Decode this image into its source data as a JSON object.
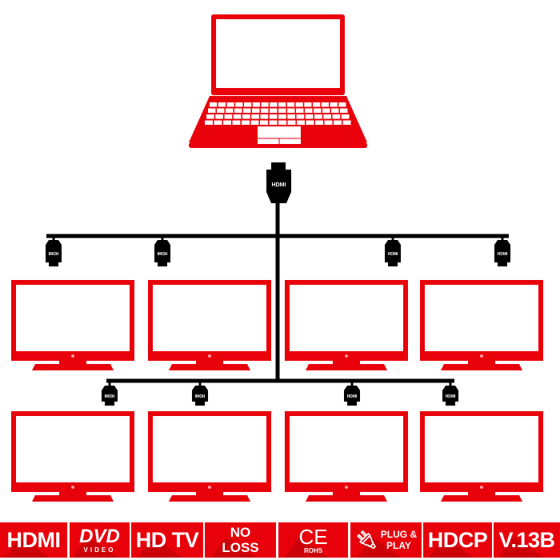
{
  "diagram": {
    "source_device": "laptop",
    "connector_label": "HDMI",
    "displays": 8,
    "colors": {
      "device": "#e8000b",
      "cable": "#000000",
      "badge": "#e8000b"
    }
  },
  "badges": [
    {
      "label": "HDMI"
    },
    {
      "label": "DVD",
      "sub": "VIDEO"
    },
    {
      "label": "HD TV"
    },
    {
      "label": "NO",
      "sub": "LOSS"
    },
    {
      "label": "CE",
      "sub": "ROHS"
    },
    {
      "label": "PLUG &",
      "sub": "PLAY",
      "icon": "plug-icon"
    },
    {
      "label": "HDCP"
    },
    {
      "label": "V.13B"
    }
  ]
}
